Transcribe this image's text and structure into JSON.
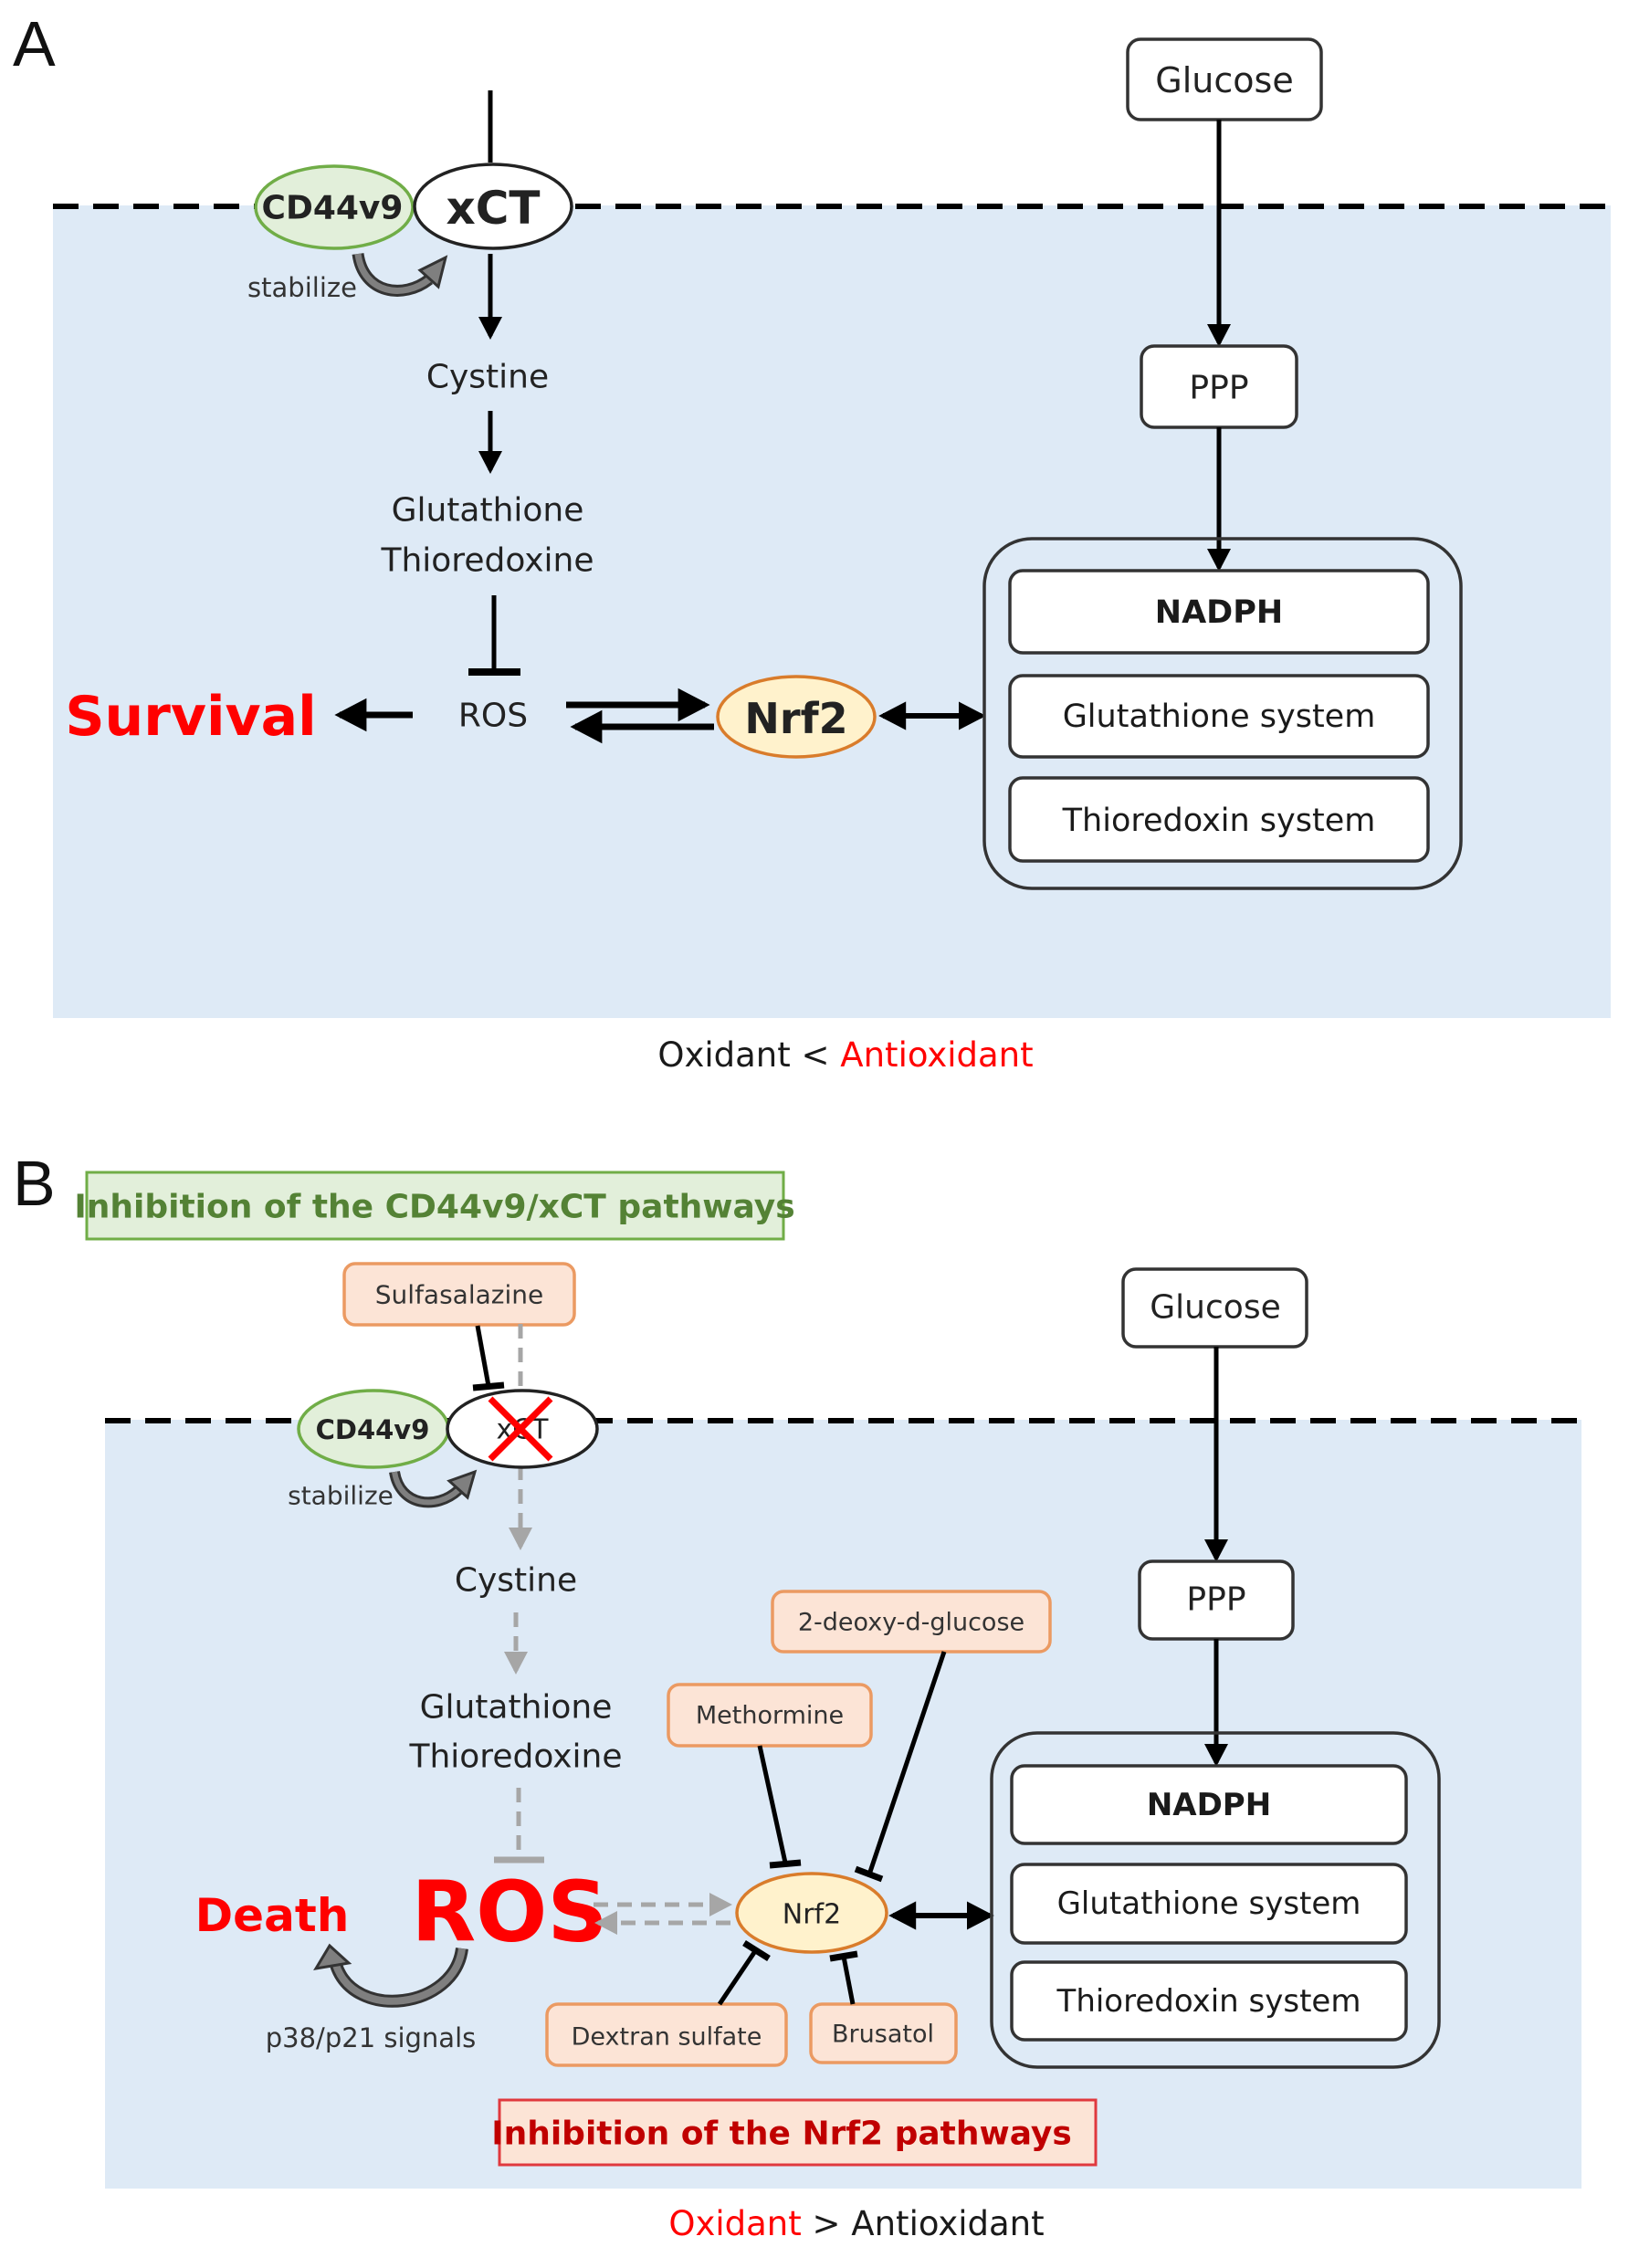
{
  "colors": {
    "cytoplasm": "#deeaf6",
    "red_text": "#ff0000",
    "dark_red_text": "#c00000",
    "green_text": "#548235",
    "green_box_fill": "#e2efda",
    "green_box_border": "#70ad47",
    "drug_fill": "#fce4d6",
    "drug_border": "#eb9a62",
    "nrf2_fill": "#fff2cc",
    "nrf2_border": "#d97c2b",
    "cd44_fill": "#e2efda",
    "cd44_border": "#70ad47",
    "grey_arrow": "#a6a6a6"
  },
  "panel_a": {
    "label": "A",
    "cd44v9": "CD44v9",
    "xct": "xCT",
    "stabilize": "stabilize",
    "cystine": "Cystine",
    "glutathione": "Glutathione",
    "thioredoxine": "Thioredoxine",
    "ros": "ROS",
    "outcome": "Survival",
    "nrf2": "Nrf2",
    "glucose": "Glucose",
    "ppp": "PPP",
    "systems": [
      "NADPH",
      "Glutathione system",
      "Thioredoxin system"
    ],
    "balance": {
      "left": "Oxidant",
      "op": " < ",
      "right": "Antioxidant",
      "emphasis": "right"
    }
  },
  "panel_b": {
    "label": "B",
    "cd44_banner": "Inhibition of the CD44v9/xCT pathways",
    "nrf2_banner": "Inhibition of the Nrf2 pathways",
    "sulfasalazine": "Sulfasalazine",
    "cd44v9": "CD44v9",
    "xct": "xCT",
    "stabilize": "stabilize",
    "cystine": "Cystine",
    "glutathione": "Glutathione",
    "thioredoxine": "Thioredoxine",
    "ros": "ROS",
    "outcome": "Death",
    "signals": "p38/p21 signals",
    "nrf2": "Nrf2",
    "inhibitors": {
      "deoxyglucose": "2-deoxy-d-glucose",
      "methormine": "Methormine",
      "dextran": "Dextran sulfate",
      "brusatol": "Brusatol"
    },
    "glucose": "Glucose",
    "ppp": "PPP",
    "systems": [
      "NADPH",
      "Glutathione system",
      "Thioredoxin system"
    ],
    "balance": {
      "left": "Oxidant",
      "op": " > ",
      "right": "Antioxidant",
      "emphasis": "left"
    }
  }
}
